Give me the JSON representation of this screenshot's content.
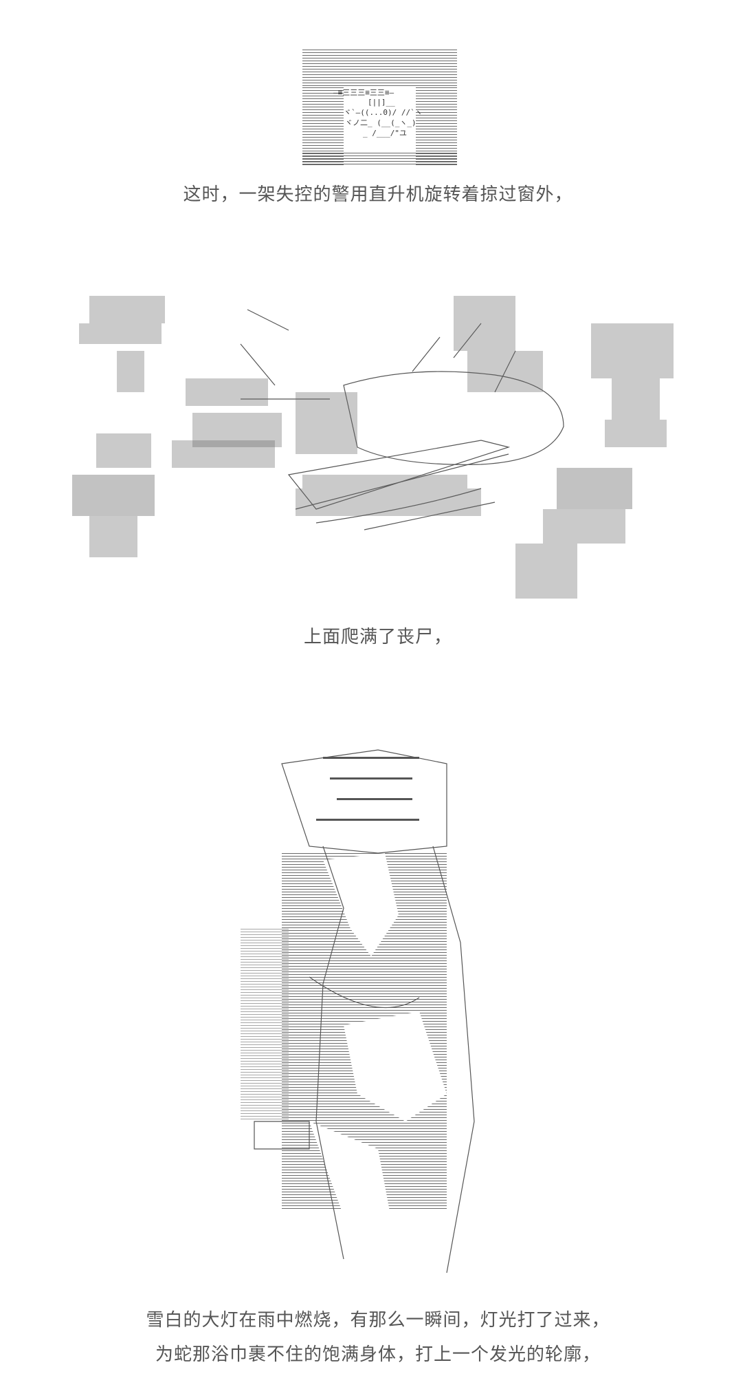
{
  "captions": {
    "helicopter": "这时，一架失控的警用直升机旋转着掠过窗外，",
    "zombies": "上面爬满了丧尸，",
    "light_line1": "雪白的大灯在雨中燃烧，有那么一瞬间，灯光打了过来，",
    "light_line2": "为蛇那浴巾裹不住的饱满身体，打上一个发光的轮廓，"
  },
  "colors": {
    "text": "#555555",
    "art": "#444444",
    "background": "#ffffff"
  }
}
